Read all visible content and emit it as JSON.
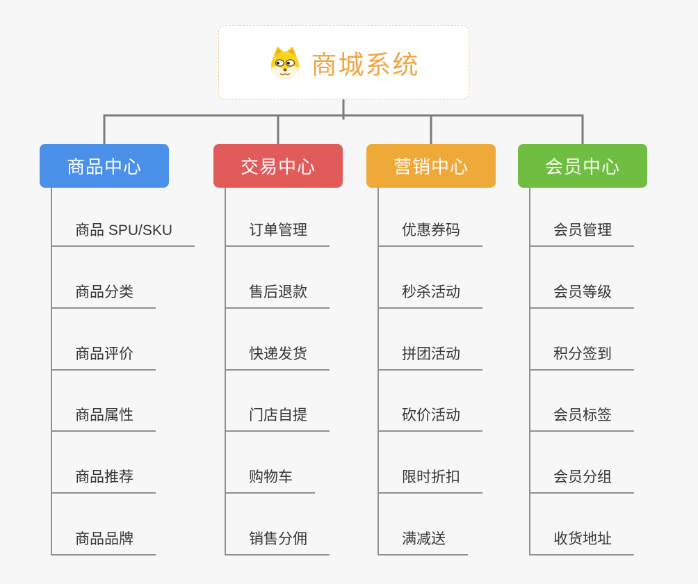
{
  "canvas": {
    "background": "#f7f7f7",
    "connector_color": "#7b7b7b",
    "leaf_line_color": "#909090",
    "leaf_text_color": "#363639"
  },
  "root": {
    "title": "商城系统",
    "icon": "dog-face-icon",
    "text_color": "#f0a644",
    "border_color": "#f3cf92",
    "background": "#ffffff"
  },
  "branches": [
    {
      "label": "商品中心",
      "color": "#4a90e8",
      "items": [
        "商品 SPU/SKU",
        "商品分类",
        "商品评价",
        "商品属性",
        "商品推荐",
        "商品品牌"
      ]
    },
    {
      "label": "交易中心",
      "color": "#e15b5b",
      "items": [
        "订单管理",
        "售后退款",
        "快递发货",
        "门店自提",
        "购物车",
        "销售分佣"
      ]
    },
    {
      "label": "营销中心",
      "color": "#eea939",
      "items": [
        "优惠券码",
        "秒杀活动",
        "拼团活动",
        "砍价活动",
        "限时折扣",
        "满减送"
      ]
    },
    {
      "label": "会员中心",
      "color": "#6fbe41",
      "items": [
        "会员管理",
        "会员等级",
        "积分签到",
        "会员标签",
        "会员分组",
        "收货地址"
      ]
    }
  ]
}
